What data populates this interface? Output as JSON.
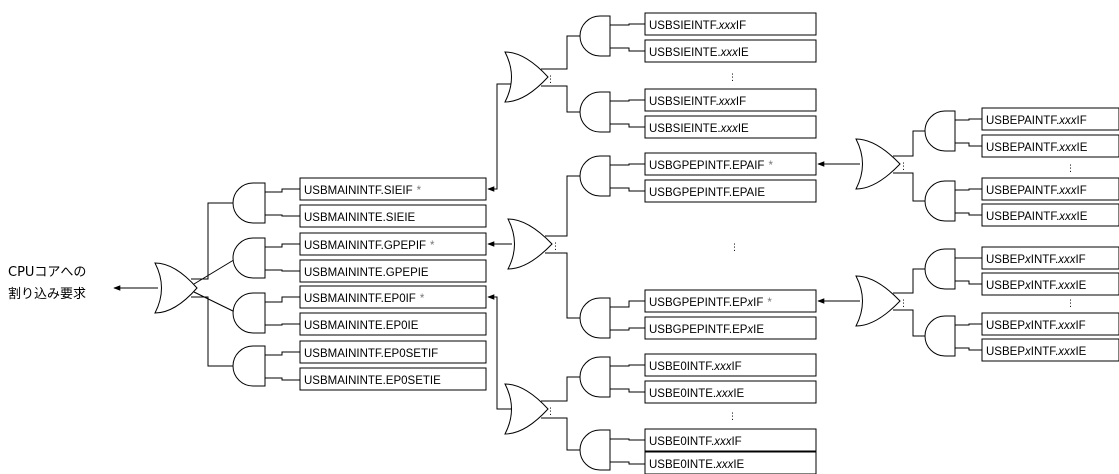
{
  "cpu_label": {
    "line1": "CPUコアへの",
    "line2": "割り込み要求"
  },
  "asterisk": "*",
  "ellipsis": "⋮",
  "main_registers": {
    "sie_flag": "USBMAININTF.SIEIF",
    "sie_enable": "USBMAININTE.SIEIE",
    "gpep_flag": "USBMAININTF.GPEPIF",
    "gpep_enable": "USBMAININTE.GPEPIE",
    "ep0_flag": "USBMAININTF.EP0IF",
    "ep0_enable": "USBMAININTE.EP0IE",
    "ep0setup_flag": "USBMAININTF.EP0SETIF",
    "ep0setup_enable": "USBMAININTE.EP0SETIE"
  },
  "sie_registers": {
    "flag_prefix": "USBSIEINTF.",
    "enable_prefix": "USBSIEINTE.",
    "xxx": "xxx",
    "flag_suffix": "IF",
    "enable_suffix": "IE"
  },
  "gpep_registers": {
    "epa_flag": "USBGPEPINTF.EPAIF",
    "epa_enable": "USBGPEPINTF.EPAIE",
    "epx_flag_prefix": "USBGPEPINTF.EP",
    "epx_enable_prefix": "USBGPEPINTF.EP",
    "x": "x",
    "flag_suffix": "IF",
    "enable_suffix": "IE"
  },
  "ep0_registers": {
    "flag_prefix": "USBE0INTF.",
    "enable_prefix": "USBE0INTE.",
    "xxx": "xxx",
    "flag_suffix": "IF",
    "enable_suffix": "IE"
  },
  "epa_registers": {
    "flag_prefix": "USBEPAINTF.",
    "enable_prefix": "USBEPAINTF.",
    "xxx": "xxx",
    "flag_suffix": "IF",
    "enable_suffix": "IE"
  },
  "epx_registers": {
    "flag_prefix": "USBEP",
    "enable_prefix": "USBEP",
    "x": "x",
    "flag_mid": "INTF.",
    "enable_mid": "INTF.",
    "xxx": "xxx",
    "flag_suffix": "IF",
    "enable_suffix": "IE"
  }
}
